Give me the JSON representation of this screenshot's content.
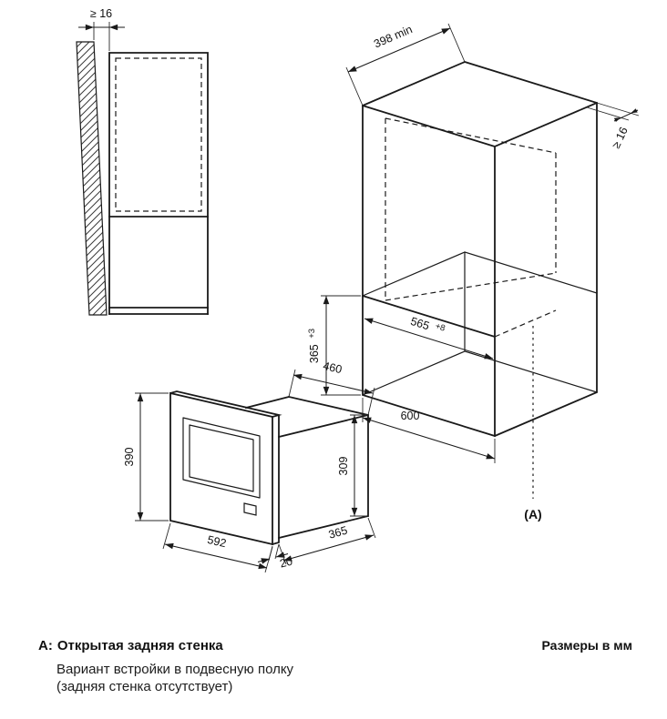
{
  "notes": {
    "units": "Размеры в мм"
  },
  "legend": {
    "a_prefix": "A:",
    "a_title": "Открытая задняя стенка",
    "desc_line1": "Вариант встройки в подвесную полку",
    "desc_line2": "(задняя стенка отсутствует)"
  },
  "side_view": {
    "wall_gap": "≥ 16"
  },
  "cabinet_view": {
    "depth_min": "398 min",
    "rear_gap": "≥ 16",
    "niche_height": "365",
    "niche_height_tol": "+3",
    "niche_width": "565",
    "niche_width_tol": "+8",
    "width": "600",
    "callout": "(A)"
  },
  "oven_view": {
    "body_width": "460",
    "front_height": "390",
    "body_height": "309",
    "front_width": "592",
    "frame_depth": "20",
    "body_depth": "365"
  }
}
